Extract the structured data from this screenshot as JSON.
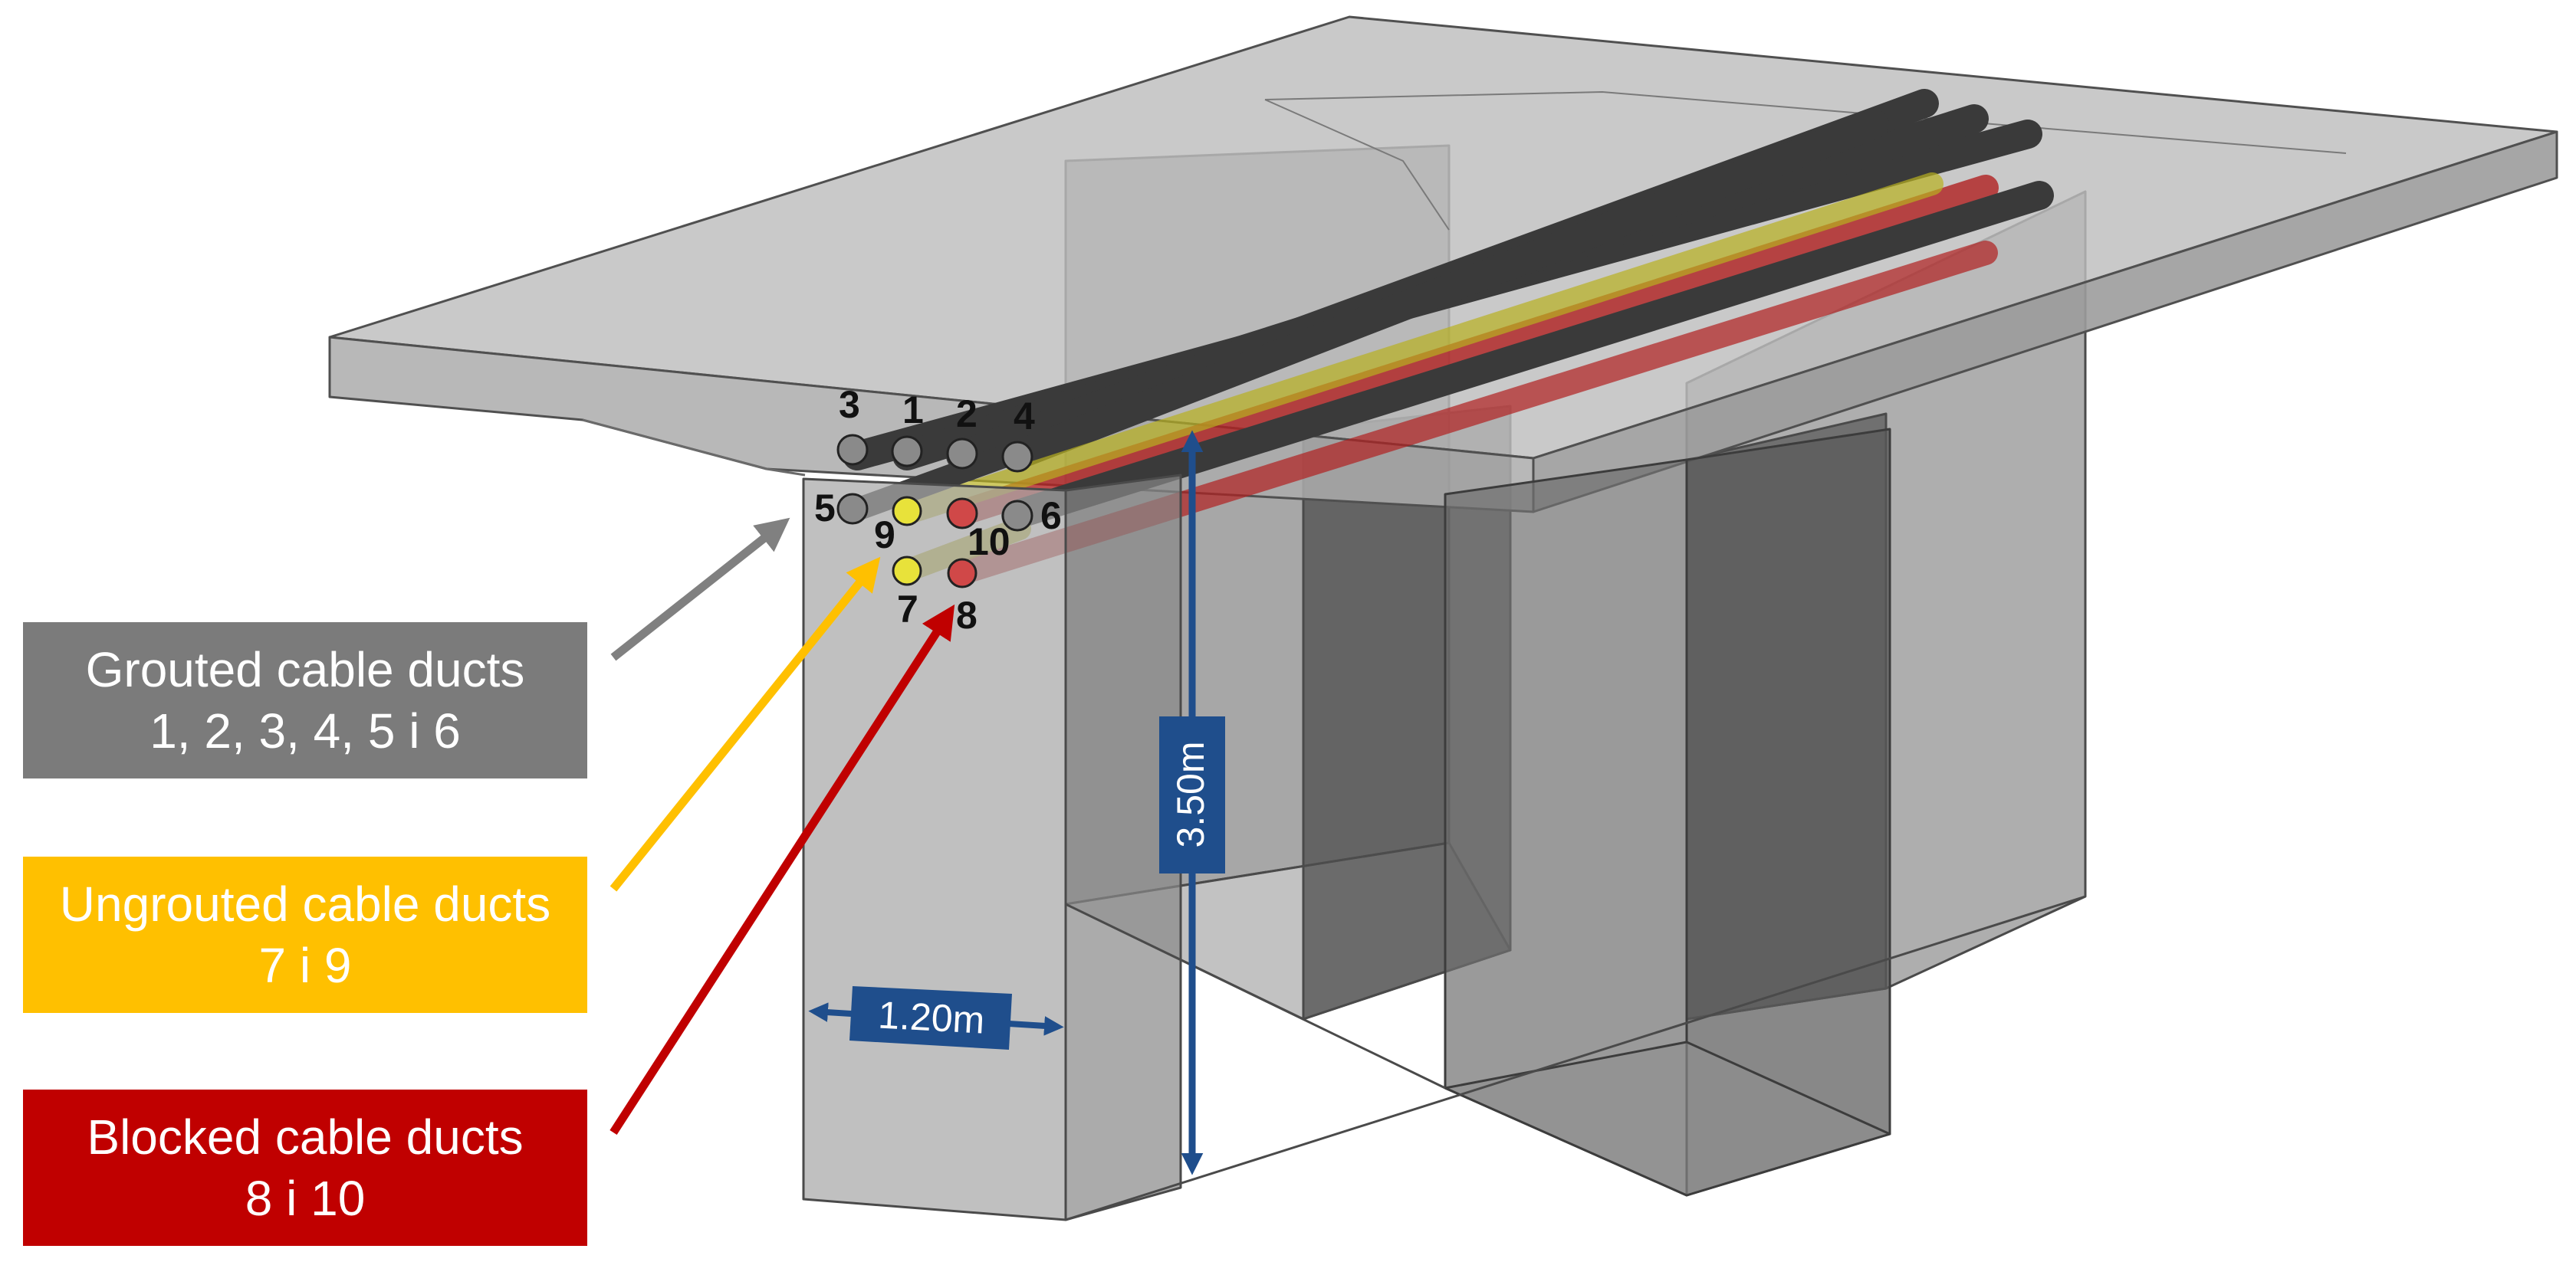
{
  "legend": {
    "grouted": {
      "line1": "Grouted cable ducts",
      "line2": "1, 2, 3, 4, 5 i 6",
      "color": "#7b7b7b"
    },
    "ungrouted": {
      "line1": "Ungrouted cable ducts",
      "line2": "7 i 9",
      "color": "#ffc000"
    },
    "blocked": {
      "line1": "Blocked cable ducts",
      "line2": "8 i 10",
      "color": "#c00000"
    }
  },
  "ducts": [
    {
      "id": "3",
      "status": "grouted"
    },
    {
      "id": "1",
      "status": "grouted"
    },
    {
      "id": "2",
      "status": "grouted"
    },
    {
      "id": "4",
      "status": "grouted"
    },
    {
      "id": "5",
      "status": "grouted"
    },
    {
      "id": "9",
      "status": "ungrouted"
    },
    {
      "id": "10",
      "status": "blocked"
    },
    {
      "id": "6",
      "status": "grouted"
    },
    {
      "id": "7",
      "status": "ungrouted"
    },
    {
      "id": "8",
      "status": "blocked"
    }
  ],
  "dimensions": {
    "width": "1.20m",
    "height": "3.50m",
    "color": "#1f4e8c"
  }
}
